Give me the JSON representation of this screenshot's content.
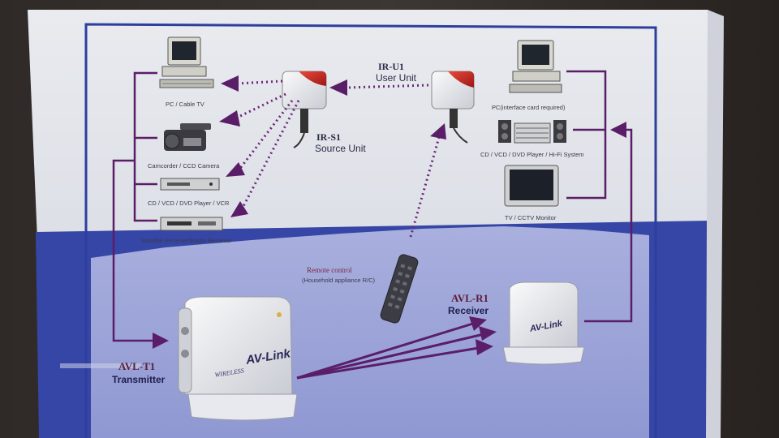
{
  "colors": {
    "box_outer": "#3a3532",
    "box_white": "#e6e8ec",
    "blue_band": "#3848a8",
    "lavender": "#9ea6d8",
    "border_blue": "#2e3e9c",
    "arrow_purple": "#5a1e68",
    "ir_red": "#c22222"
  },
  "labels": {
    "ir_u1_code": "IR-U1",
    "ir_u1_name": "User Unit",
    "ir_s1_code": "IR-S1",
    "ir_s1_name": "Source Unit",
    "pc_cable_tv": "PC / Cable TV",
    "camcorder": "Camcorder / CCD Camera",
    "dvd_left": "CD / VCD / DVD Player / VCR",
    "satellite": "Satellite Receiver/Radio Receiver",
    "pc_right": "PC(interface card required)",
    "hifi": "CD / VCD / DVD Player / Hi-Fi System",
    "tv_cctv": "TV / CCTV Monitor",
    "remote_line1": "Remote control",
    "remote_line2": "(Household appliance R/C)",
    "avl_r1_code": "AVL-R1",
    "avl_r1_name": "Receiver",
    "avl_t1_code": "AVL-T1",
    "avl_t1_name": "Transmitter",
    "brand_wireless": "WIRELESS",
    "brand_avlink": "AV-Link",
    "receiver_brand": "AV-Link"
  }
}
